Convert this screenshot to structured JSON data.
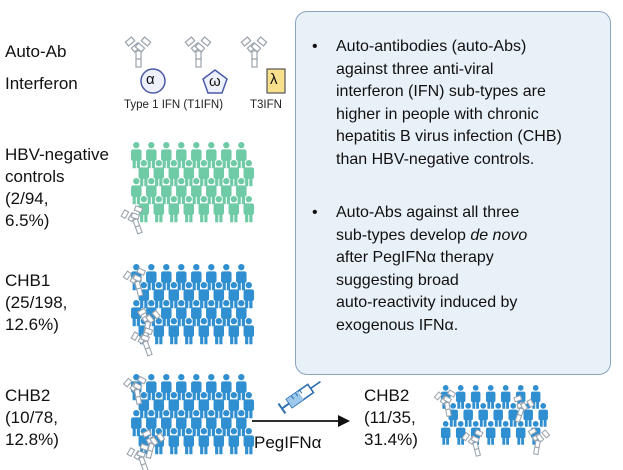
{
  "legend": {
    "auto_ab_label": "Auto-Ab",
    "interferon_label": "Interferon",
    "alpha_symbol": "α",
    "omega_symbol": "ω",
    "lambda_symbol": "λ",
    "t1ifn_caption": "Type 1 IFN (T1IFN)",
    "t3ifn_caption": "T3IFN"
  },
  "groups": [
    {
      "name": "HBV-negative",
      "line2": "controls",
      "line3": "(2/94,",
      "line4": "6.5%)",
      "color": "#6fcaa6"
    },
    {
      "name": "CHB1",
      "line2": "(25/198,",
      "line3": "12.6%)",
      "color": "#2f8fd0"
    },
    {
      "name": "CHB2",
      "line2": "(10/78,",
      "line3": "12.8%)",
      "color": "#2f8fd0"
    }
  ],
  "treatment": {
    "label": "PegIFNα",
    "result_name": "CHB2",
    "result_line2": "(11/35,",
    "result_line3": "31.4%)"
  },
  "summary": {
    "bullet_symbol": "•",
    "point1": [
      "Auto-antibodies (auto-Abs)",
      "against three anti-viral",
      "interferon (IFN) sub-types are",
      "higher in people with chronic",
      "hepatitis B virus infection (CHB)",
      "than HBV-negative controls."
    ],
    "point2_line1": "Auto-Abs against all three",
    "point2_line2_pre": "sub-types develop ",
    "point2_line2_em": "de novo",
    "point2_rest": [
      "after PegIFNα therapy",
      "suggesting broad",
      "auto-reactivity induced by",
      "exogenous IFNα."
    ]
  },
  "colors": {
    "control_green": "#6fcaa6",
    "chb_blue": "#2f8fd0",
    "box_fill": "#e8f0f8",
    "box_border": "#8aa4c4",
    "antibody_grey": "#9aa3ad",
    "alpha_circle": "#4a5aa8",
    "omega_pentagon": "#4a5aa8",
    "lambda_fill": "#f7df8c"
  },
  "icons": [
    "antibody-icon",
    "alpha-interferon-icon",
    "omega-interferon-icon",
    "lambda-interferon-icon",
    "person-icon",
    "syringe-icon",
    "arrow-icon"
  ]
}
